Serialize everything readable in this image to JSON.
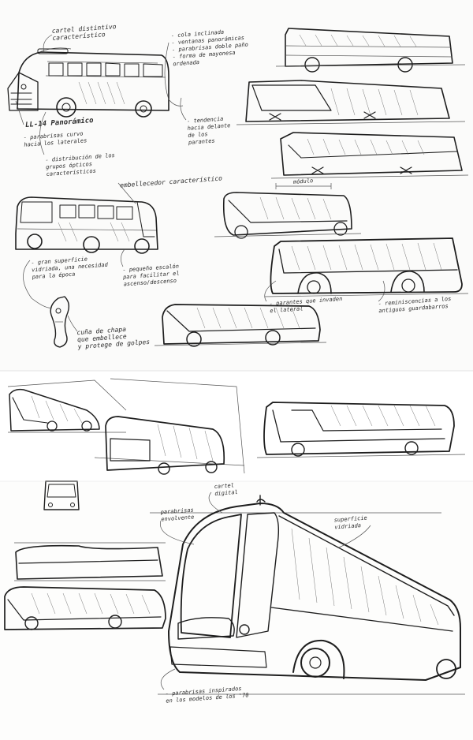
{
  "notes": {
    "cartel": "cartel distintivo\ncaracterístico",
    "cola": "- cola inclinada\n- ventanas panorámicas\n- parabrisas doble paño\n- forma de mayonesa\n  ordenada",
    "model": "LL-14 Panorámico",
    "parabrisas_curvo": "- parabrisas curvo\n  hacia los laterales",
    "distribucion": "- distribución de los\n  grupos ópticos\n  característicos",
    "tendencia": "- tendencia\n  hacia delante\n  de los\n  parantes",
    "embellecedor": "embellecedor característico",
    "modulo": "módulo",
    "superficie": "- gran superficie\n  vidriada, una necesidad\n  para la época",
    "escalon": "- pequeño escalón\n  para facilitar el\n  ascenso/descenso",
    "parantes_lateral": "- parantes que invaden\n  el lateral",
    "reminiscencias": "- reminiscencias a los\n  antiguos guardabarros",
    "cunia": "cuña de chapa\nque embellece\ny protege de golpes",
    "cartel_digital": "cartel\ndigital",
    "parabrisas_envolvente": "parabrisas\nenvolvente",
    "superficie_vidriada": "superficie\nvidriada",
    "parabrisas_inspirados": "- parabrisas inspirados\n  en los modelos de los '70"
  }
}
